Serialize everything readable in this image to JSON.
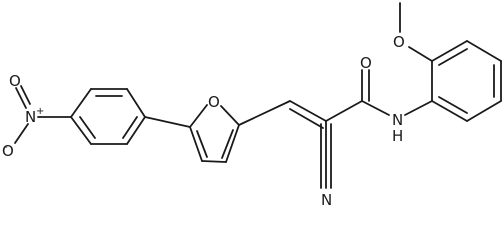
{
  "molecule": {
    "atoms": {
      "nitro_n": "N",
      "nitro_n_charge": "+",
      "nitro_o_minus": "O",
      "nitro_o_minus_charge": "-",
      "nitro_o_top": "O",
      "furan_o": "O",
      "nitrile_n": "N",
      "carbonyl_o": "O",
      "amide_nh": "N",
      "amide_h": "H",
      "methoxy_o": "O"
    }
  }
}
